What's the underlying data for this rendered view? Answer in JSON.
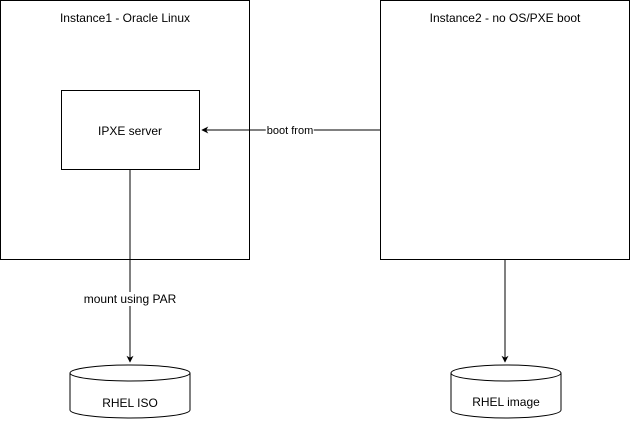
{
  "diagram": {
    "nodes": {
      "instance1": {
        "label": "Instance1 - Oracle Linux"
      },
      "ipxe_server": {
        "label": "IPXE server"
      },
      "instance2": {
        "label": "Instance2 - no OS/PXE boot"
      },
      "rhel_iso": {
        "label": "RHEL ISO"
      },
      "rhel_image": {
        "label": "RHEL image"
      }
    },
    "edges": {
      "boot_from": {
        "label": "boot from",
        "from": "instance2",
        "to": "ipxe_server"
      },
      "mount_par": {
        "label": "mount using PAR",
        "from": "ipxe_server",
        "to": "rhel_iso"
      },
      "image_link": {
        "label": "",
        "from": "instance2",
        "to": "rhel_image"
      }
    }
  }
}
